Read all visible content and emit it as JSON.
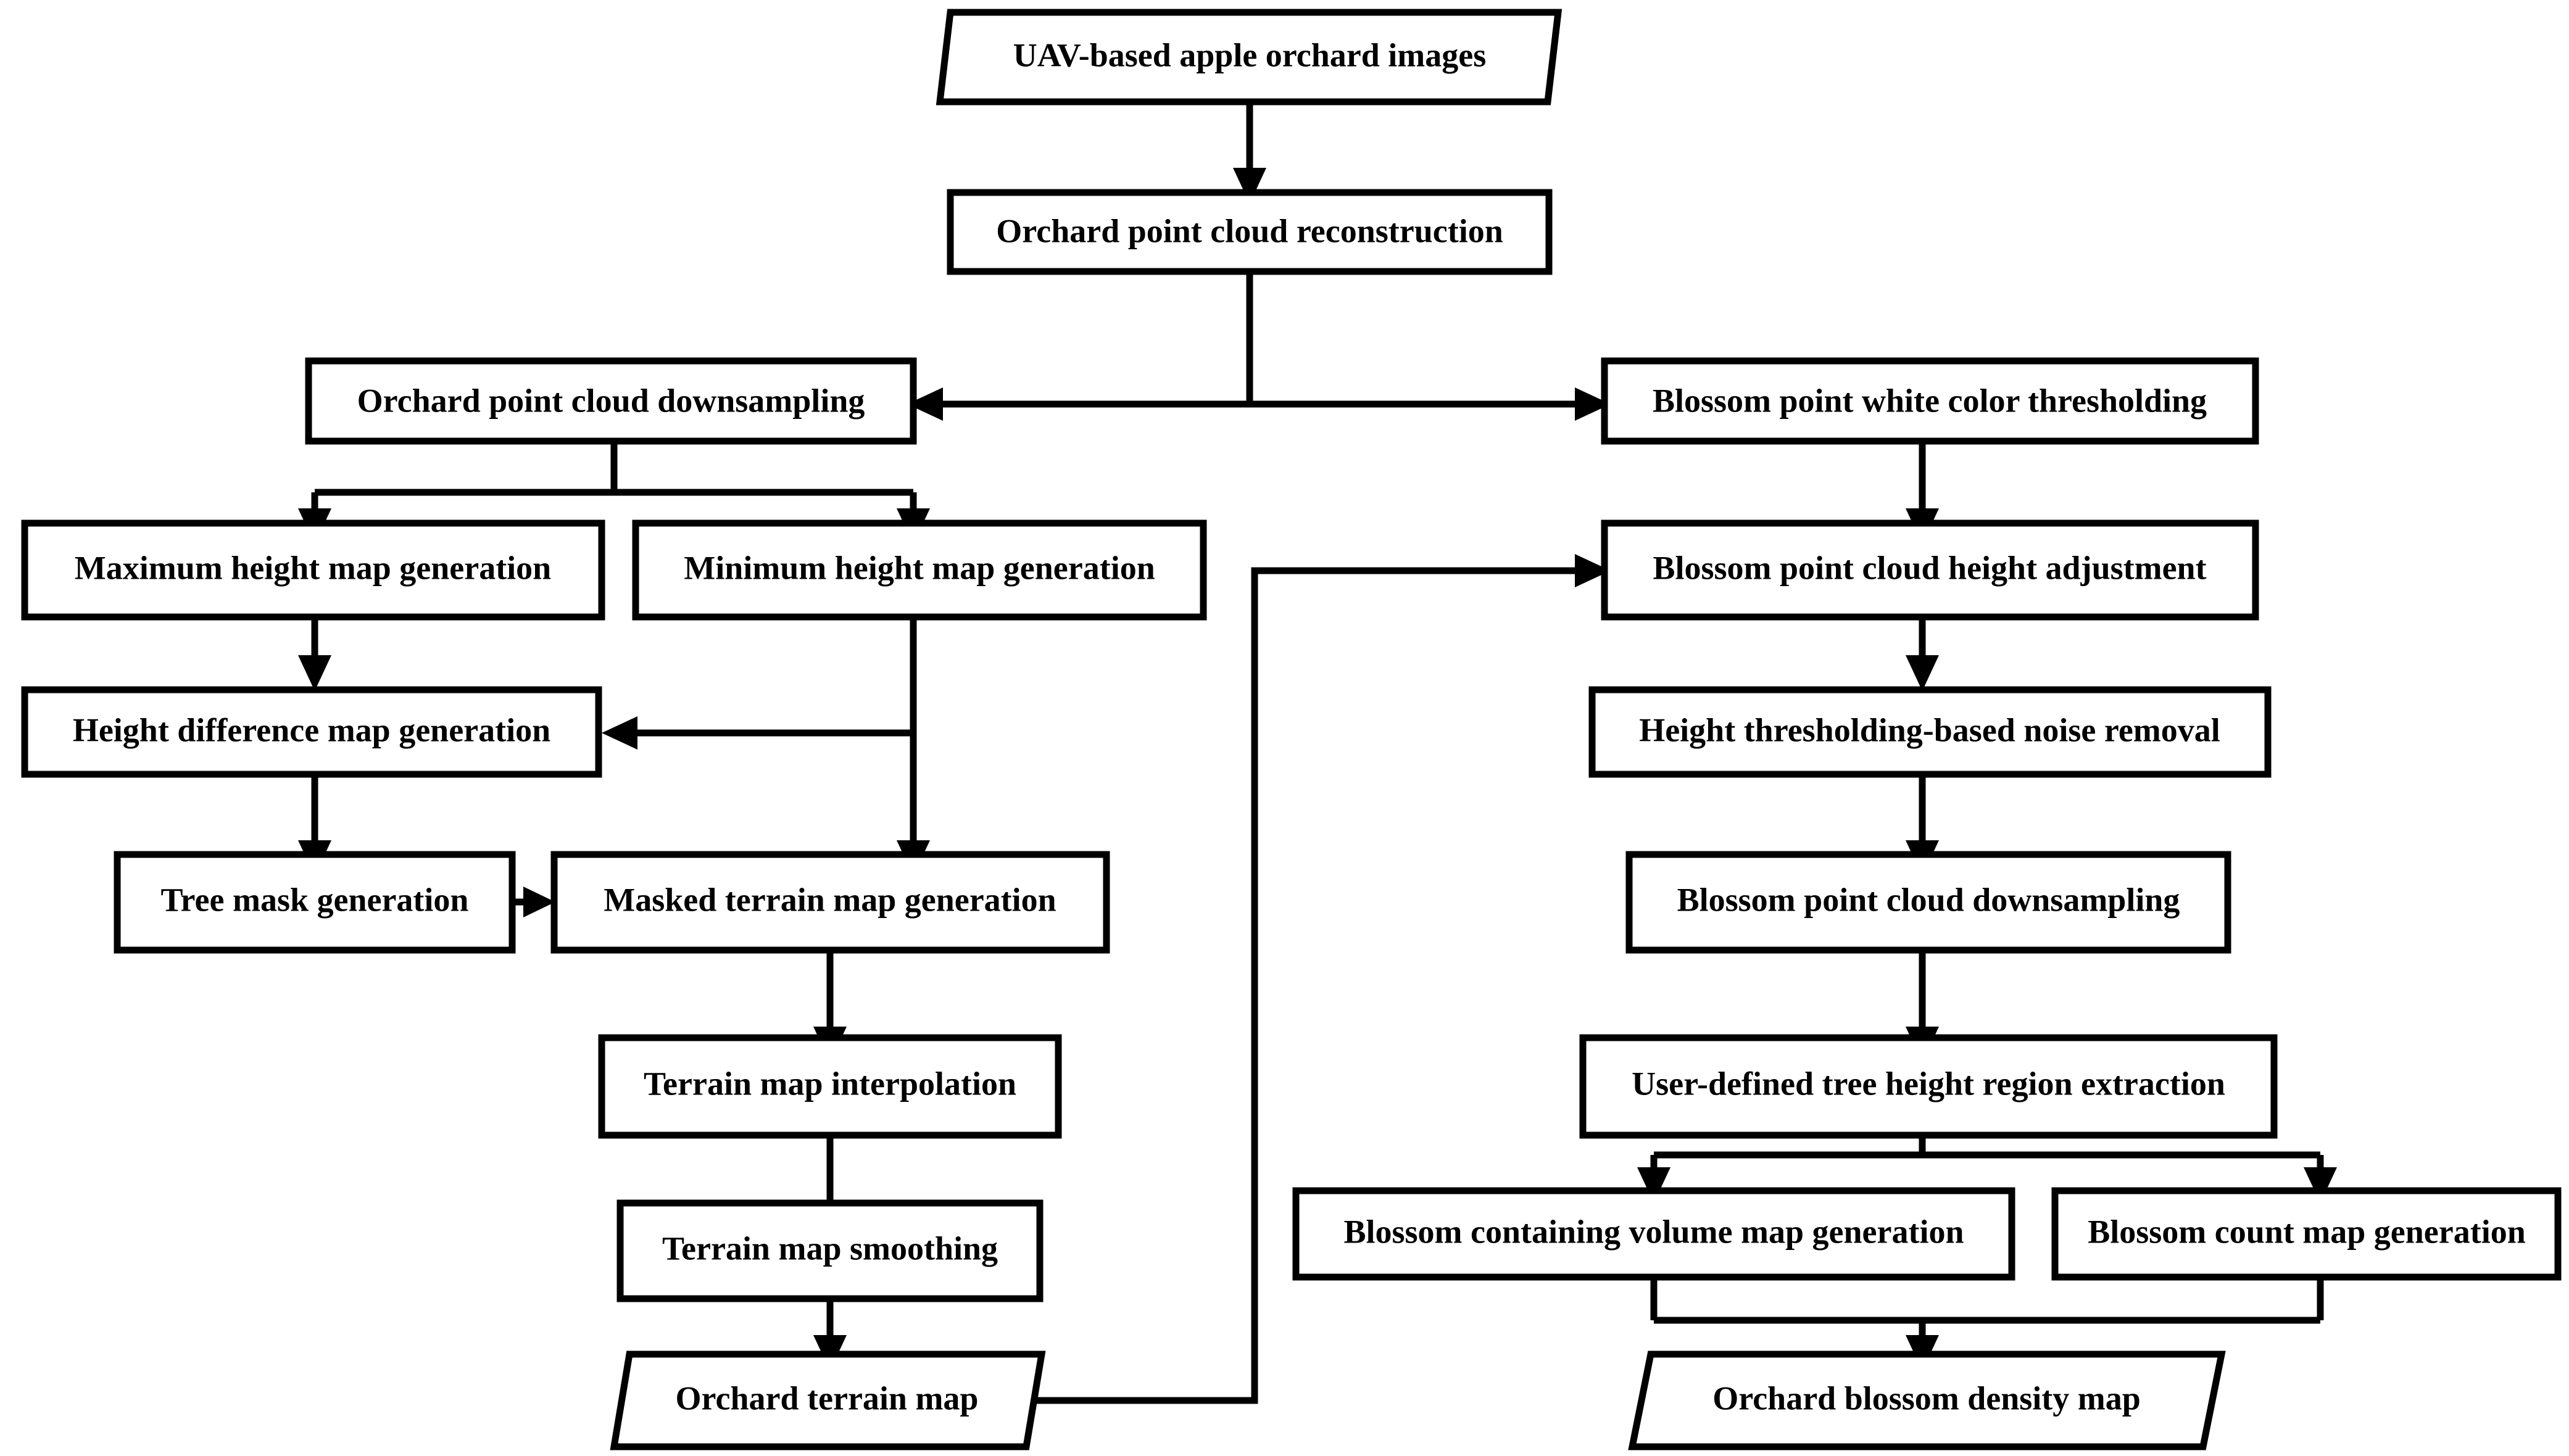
{
  "diagram": {
    "title": "Orchard point cloud processing and blossom density mapping workflow",
    "background_color": "#ffffff",
    "line_color": "#000000",
    "node_fill": "#ffffff",
    "nodes": [
      {
        "id": "uav_images",
        "label": "UAV-based apple orchard images",
        "shape": "parallelogram"
      },
      {
        "id": "recon",
        "label": "Orchard point cloud reconstruction",
        "shape": "rectangle"
      },
      {
        "id": "orchard_down",
        "label": "Orchard point cloud downsampling",
        "shape": "rectangle"
      },
      {
        "id": "blossom_white",
        "label": "Blossom point white color thresholding",
        "shape": "rectangle"
      },
      {
        "id": "max_height",
        "label": "Maximum height map generation",
        "shape": "rectangle"
      },
      {
        "id": "min_height",
        "label": "Minimum height map generation",
        "shape": "rectangle"
      },
      {
        "id": "blossom_adjust",
        "label": "Blossom point cloud height adjustment",
        "shape": "rectangle"
      },
      {
        "id": "height_diff",
        "label": "Height difference map generation",
        "shape": "rectangle"
      },
      {
        "id": "noise_removal",
        "label": "Height thresholding-based noise removal",
        "shape": "rectangle"
      },
      {
        "id": "tree_mask",
        "label": "Tree mask generation",
        "shape": "rectangle"
      },
      {
        "id": "masked_terrain",
        "label": "Masked terrain map generation",
        "shape": "rectangle"
      },
      {
        "id": "blossom_down",
        "label": "Blossom point cloud downsampling",
        "shape": "rectangle"
      },
      {
        "id": "terrain_interp",
        "label": "Terrain map interpolation",
        "shape": "rectangle"
      },
      {
        "id": "tree_height_region",
        "label": "User-defined tree height region extraction",
        "shape": "rectangle"
      },
      {
        "id": "terrain_smooth",
        "label": "Terrain map smoothing",
        "shape": "rectangle"
      },
      {
        "id": "blossom_volume",
        "label": "Blossom containing volume map generation",
        "shape": "rectangle"
      },
      {
        "id": "blossom_count",
        "label": "Blossom count map generation",
        "shape": "rectangle"
      },
      {
        "id": "orchard_terrain",
        "label": "Orchard terrain map",
        "shape": "parallelogram"
      },
      {
        "id": "blossom_density",
        "label": "Orchard blossom density map",
        "shape": "parallelogram"
      }
    ],
    "edges": [
      {
        "from": "uav_images",
        "to": "recon"
      },
      {
        "from": "recon",
        "to": "orchard_down"
      },
      {
        "from": "recon",
        "to": "blossom_white"
      },
      {
        "from": "orchard_down",
        "to": "max_height"
      },
      {
        "from": "orchard_down",
        "to": "min_height"
      },
      {
        "from": "blossom_white",
        "to": "blossom_adjust"
      },
      {
        "from": "max_height",
        "to": "height_diff"
      },
      {
        "from": "min_height",
        "to": "height_diff"
      },
      {
        "from": "min_height",
        "to": "masked_terrain"
      },
      {
        "from": "height_diff",
        "to": "tree_mask"
      },
      {
        "from": "tree_mask",
        "to": "masked_terrain"
      },
      {
        "from": "blossom_adjust",
        "to": "noise_removal"
      },
      {
        "from": "noise_removal",
        "to": "blossom_down"
      },
      {
        "from": "blossom_down",
        "to": "tree_height_region"
      },
      {
        "from": "masked_terrain",
        "to": "terrain_interp"
      },
      {
        "from": "terrain_interp",
        "to": "terrain_smooth"
      },
      {
        "from": "terrain_smooth",
        "to": "orchard_terrain"
      },
      {
        "from": "orchard_terrain",
        "to": "blossom_adjust"
      },
      {
        "from": "tree_height_region",
        "to": "blossom_volume"
      },
      {
        "from": "tree_height_region",
        "to": "blossom_count"
      },
      {
        "from": "blossom_volume",
        "to": "blossom_density"
      },
      {
        "from": "blossom_count",
        "to": "blossom_density"
      }
    ]
  }
}
